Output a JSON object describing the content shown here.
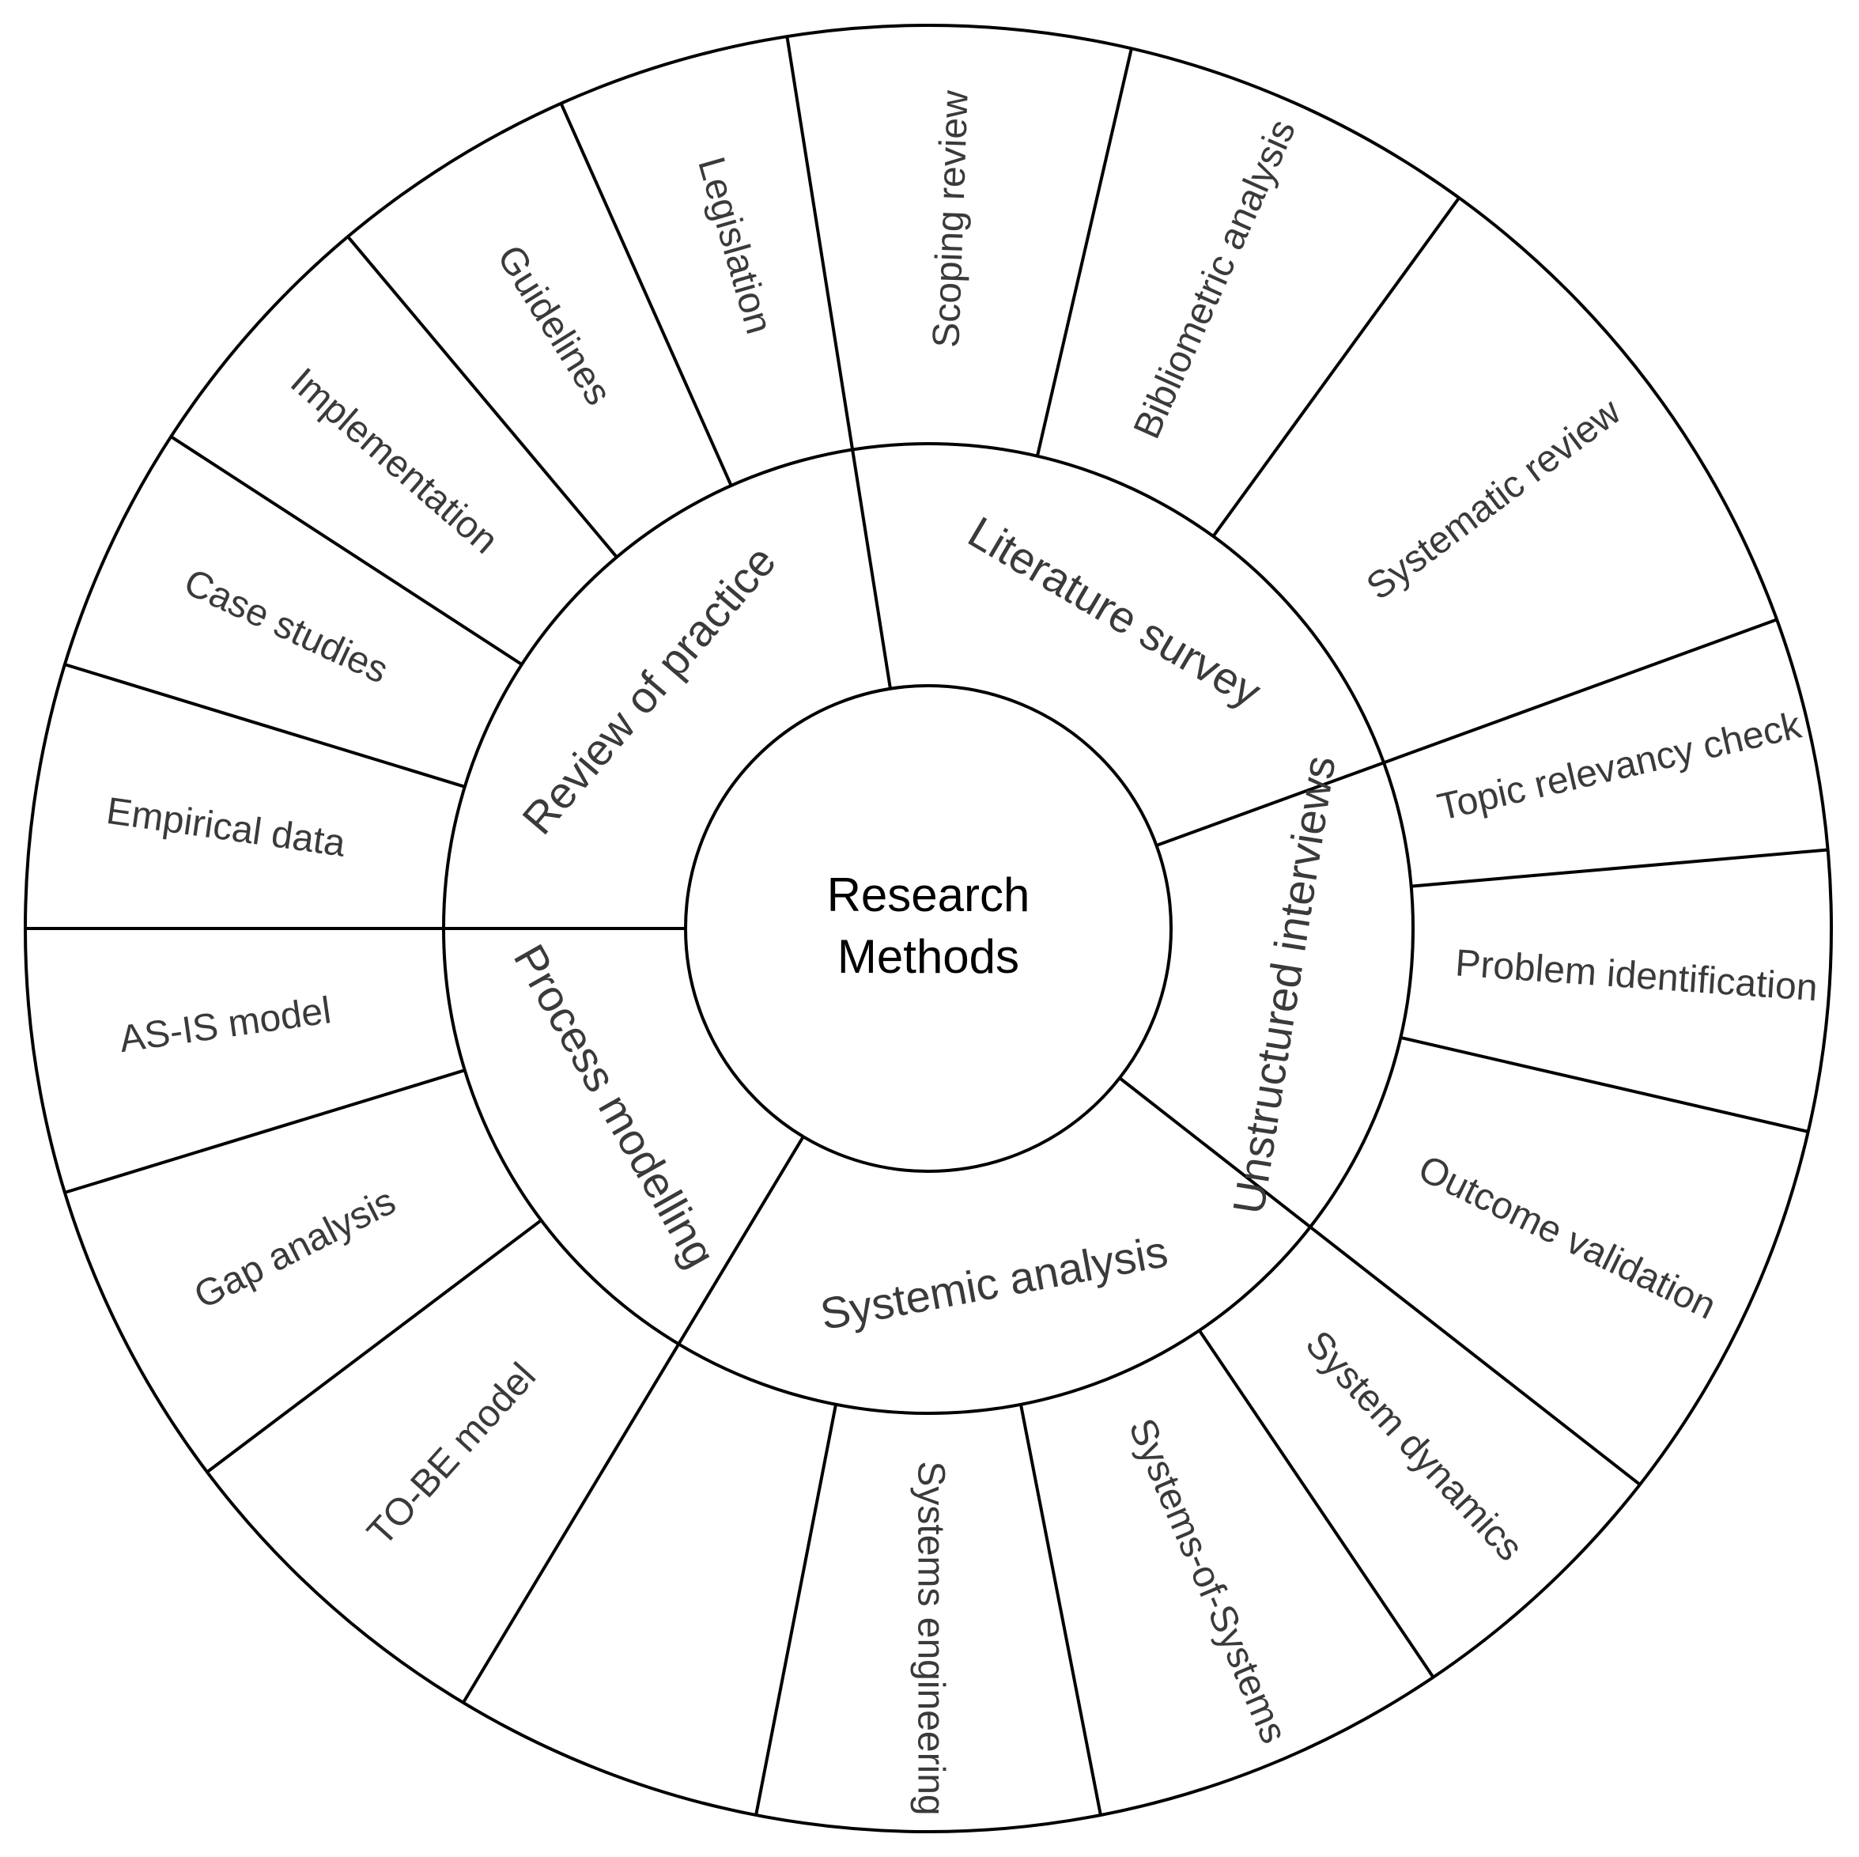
{
  "center": {
    "line1": "Research",
    "line2": "Methods"
  },
  "categories": [
    {
      "label": "Literature survey",
      "methods": [
        "Scoping review",
        "Bibliometric analysis",
        "Systematic review"
      ]
    },
    {
      "label": "Unstructured interviews",
      "methods": [
        "Topic relevancy check",
        "Problem identification",
        "Outcome validation"
      ]
    },
    {
      "label": "Systemic analysis",
      "methods": [
        "System dynamics",
        "Systems-of-Systems",
        "Systems engineering"
      ]
    },
    {
      "label": "Process modelling",
      "methods": [
        "TO-BE model",
        "Gap analysis",
        "AS-IS model"
      ]
    },
    {
      "label": "Review of practice",
      "methods": [
        "Empirical data",
        "Case studies",
        "Implementation",
        "Guidelines",
        "Legislation"
      ]
    }
  ]
}
